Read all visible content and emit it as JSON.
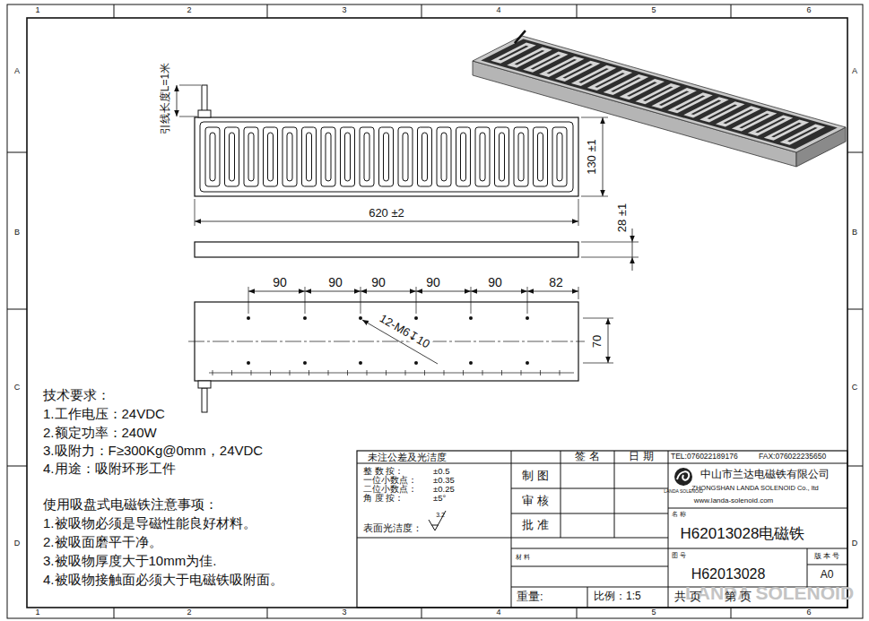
{
  "diagram": {
    "labels": [
      "1",
      "2",
      "3",
      "4",
      "5",
      "6",
      "1",
      "2",
      "3",
      "4",
      "5",
      "6",
      "A",
      "B",
      "C",
      "D",
      "A",
      "B",
      "C",
      "D",
      "引线长度L=1米",
      "130 ±1",
      "620 ±2",
      "28 ±1",
      "90",
      "90",
      "90",
      "90",
      "90",
      "82",
      "12-M6↧10",
      "70",
      "技术要求：",
      "1.工作电压：24VDC",
      "2.额定功率：240W",
      "3.吸附力：F≥300Kg@0mm，24VDC",
      "4.用途：吸附环形工件",
      "使用吸盘式电磁铁注意事项：",
      "1.被吸物必须是导磁性能良好材料。",
      "2.被吸面磨平干净。",
      "3.被吸物厚度大于10mm为佳.",
      "4.被吸物接触面必须大于电磁铁吸附面。",
      "未注公差及光洁度",
      "整 数 按：",
      "±0.5",
      "一位小数点：",
      "±0.35",
      "二位小数点：",
      "±0.25",
      "角 度 按：",
      "±5°",
      "表面光洁度：",
      "3.2",
      "签  名",
      "日 期",
      "制 图",
      "审 核",
      "批 准",
      "TEL:076022189176",
      "FAX:076022235650",
      "中山市兰达电磁铁有限公司",
      "ZHONGSHAN LANDA SOLENOID Co., ltd",
      "www.landa-solenoid.com",
      "LANDA SOLENOID",
      "名 称",
      "H62013028电磁铁",
      "材 料",
      "图 号",
      "H62013028",
      "版 本 号",
      "A0",
      "重量:",
      "比例：1:5",
      "共  页",
      "第  页",
      "LANDA SOLENOID"
    ]
  }
}
